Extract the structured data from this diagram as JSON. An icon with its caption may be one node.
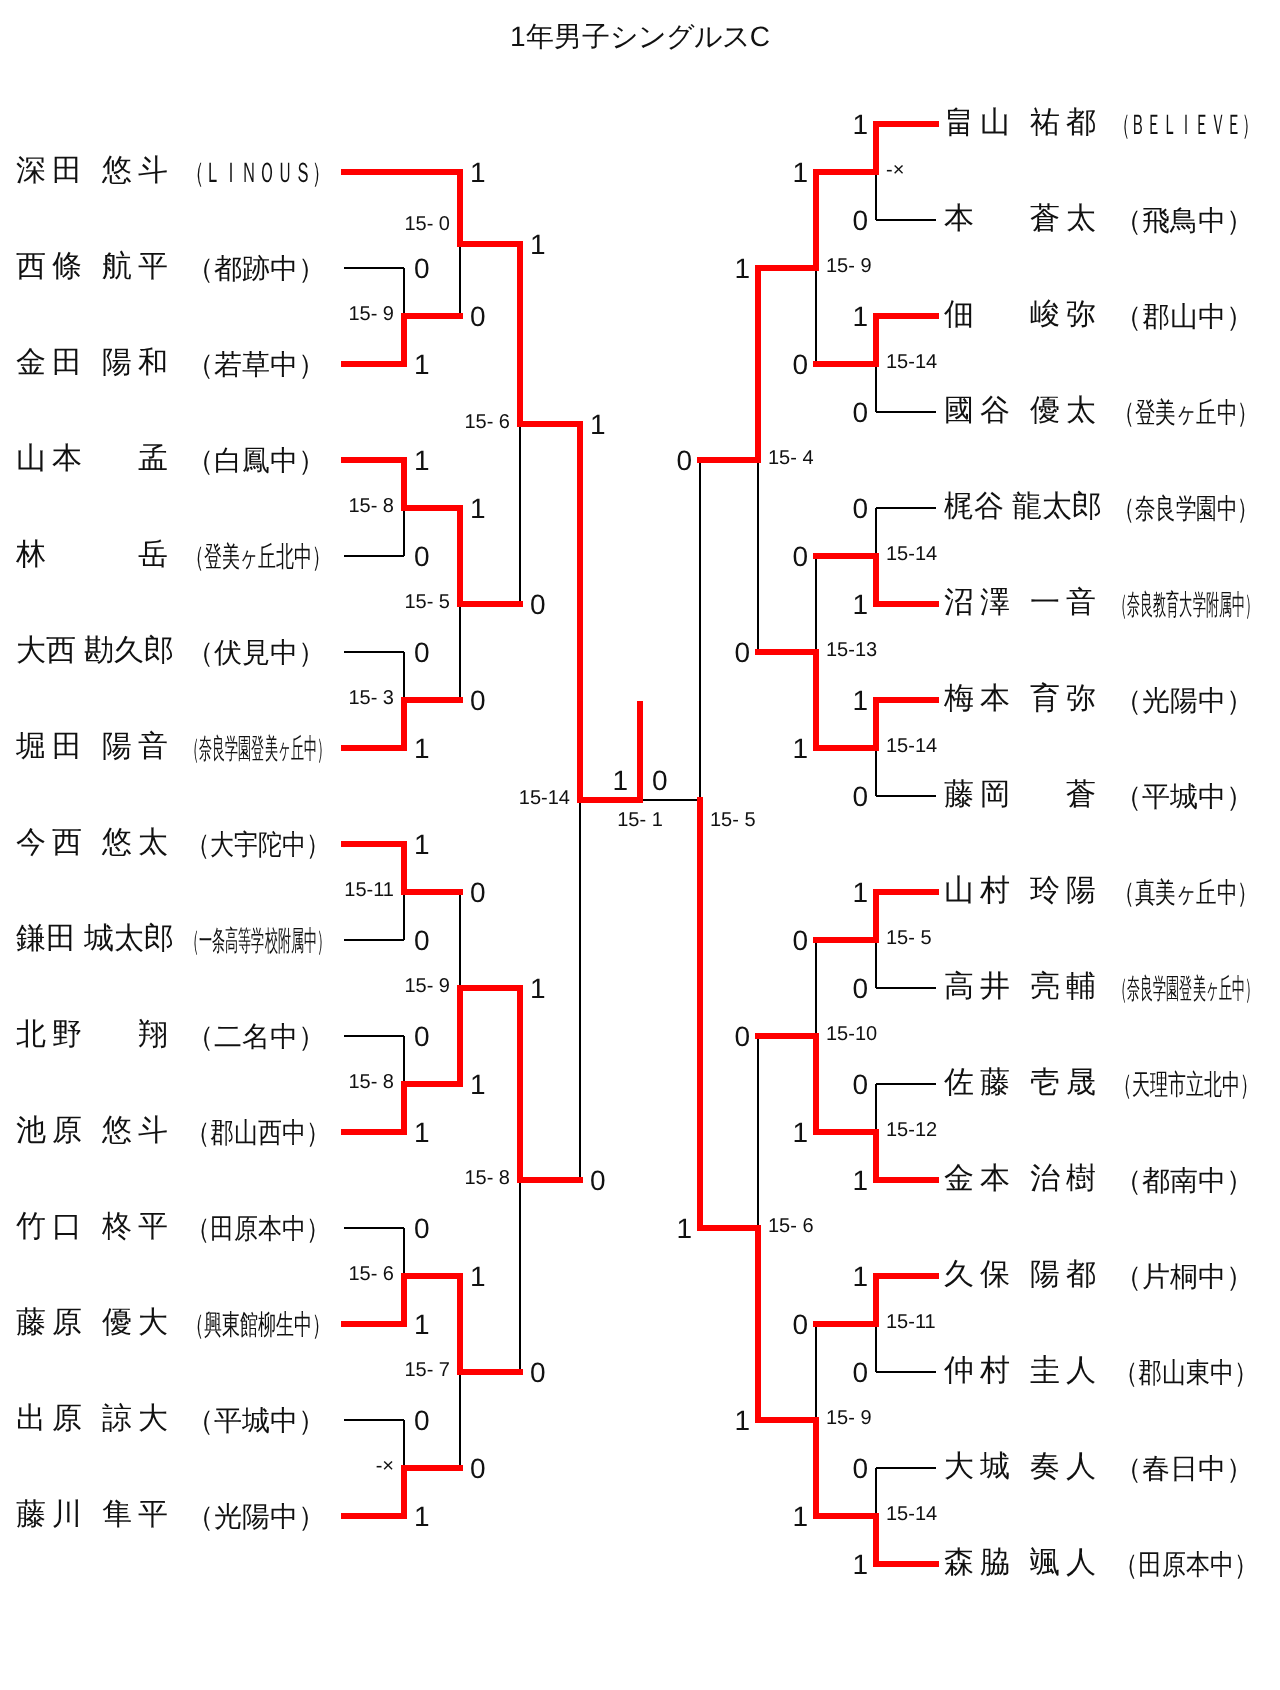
{
  "diagram": {
    "title": "1年男子シングルスC",
    "nodes": [
      {
        "text": [
          "深田 悠斗",
          "（ＬＩＮＯＵＳ）"
        ]
      },
      {
        "text": [
          "西條 航平",
          "（都跡中）"
        ]
      },
      {
        "text": [
          "金田 陽和",
          "（若草中）"
        ]
      },
      {
        "text": [
          "山本 孟",
          "（白鳳中）"
        ]
      },
      {
        "text": [
          "林 岳",
          "（登美ヶ丘北中）"
        ]
      },
      {
        "text": [
          "大西 勘久郎",
          "（伏見中）"
        ]
      },
      {
        "text": [
          "堀田 陽音",
          "（奈良学園登美ヶ丘中）"
        ]
      },
      {
        "text": [
          "今西 悠太",
          "（大宇陀中）"
        ]
      },
      {
        "text": [
          "鎌田 城太郎",
          "（一条高等学校附属中）"
        ]
      },
      {
        "text": [
          "北野 翔",
          "（二名中）"
        ]
      },
      {
        "text": [
          "池原 悠斗",
          "（郡山西中）"
        ]
      },
      {
        "text": [
          "竹口 柊平",
          "（田原本中）"
        ]
      },
      {
        "text": [
          "藤原 優大",
          "（興東館柳生中）"
        ]
      },
      {
        "text": [
          "出原 諒大",
          "（平城中）"
        ]
      },
      {
        "text": [
          "藤川 隼平",
          "（光陽中）"
        ]
      },
      {
        "text": [
          "畠山 祐都",
          "（ＢＥＬＩＥＶＥ）"
        ]
      },
      {
        "text": [
          "本 蒼太",
          "（飛鳥中）"
        ]
      },
      {
        "text": [
          "佃 峻弥",
          "（郡山中）"
        ]
      },
      {
        "text": [
          "國谷 優太",
          "（登美ヶ丘中）"
        ]
      },
      {
        "text": [
          "梶谷 龍太郎",
          "（奈良学園中）"
        ]
      },
      {
        "text": [
          "沼澤 一音",
          "（奈良教育大学附属中）"
        ]
      },
      {
        "text": [
          "梅本 育弥",
          "（光陽中）"
        ]
      },
      {
        "text": [
          "藤岡 蒼",
          "（平城中）"
        ]
      },
      {
        "text": [
          "山村 玲陽",
          "（真美ヶ丘中）"
        ]
      },
      {
        "text": [
          "高井 亮輔",
          "（奈良学園登美ヶ丘中）"
        ]
      },
      {
        "text": [
          "佐藤 壱晟",
          "（天理市立北中）"
        ]
      },
      {
        "text": [
          "金本 治樹",
          "（都南中）"
        ]
      },
      {
        "text": [
          "久保 陽都",
          "（片桐中）"
        ]
      },
      {
        "text": [
          "仲村 圭人",
          "（郡山東中）"
        ]
      },
      {
        "text": [
          "大城 奏人",
          "（春日中）"
        ]
      },
      {
        "text": [
          "森脇 颯人",
          "（田原本中）"
        ]
      }
    ],
    "labels": [
      "1",
      "15- 0",
      "0",
      "0",
      "15- 9",
      "1",
      "1",
      "15- 6",
      "0",
      "1",
      "15- 8",
      "0",
      "1",
      "15- 5",
      "0",
      "0",
      "15- 3",
      "1",
      "1",
      "15-14",
      "0",
      "1",
      "15-11",
      "0",
      "0",
      "15- 9",
      "1",
      "0",
      "15- 8",
      "1",
      "1",
      "15- 8",
      "0",
      "0",
      "15- 6",
      "1",
      "1",
      "15- 7",
      "0",
      "0",
      "-×",
      "1",
      "1",
      "0",
      "15- 1",
      "1",
      "-×",
      "0",
      "1",
      "15- 9",
      "0",
      "1",
      "15-14",
      "0",
      "1",
      "15- 4",
      "0",
      "0",
      "15-14",
      "1",
      "0",
      "15-13",
      "1",
      "1",
      "15-14",
      "0",
      "0",
      "15- 5",
      "1",
      "1",
      "15- 5",
      "0",
      "0",
      "15-10",
      "1",
      "0",
      "15-12",
      "1",
      "0",
      "15- 6",
      "1",
      "1",
      "15-11",
      "0",
      "0",
      "15- 9",
      "1",
      "0",
      "15-14",
      "1"
    ]
  }
}
